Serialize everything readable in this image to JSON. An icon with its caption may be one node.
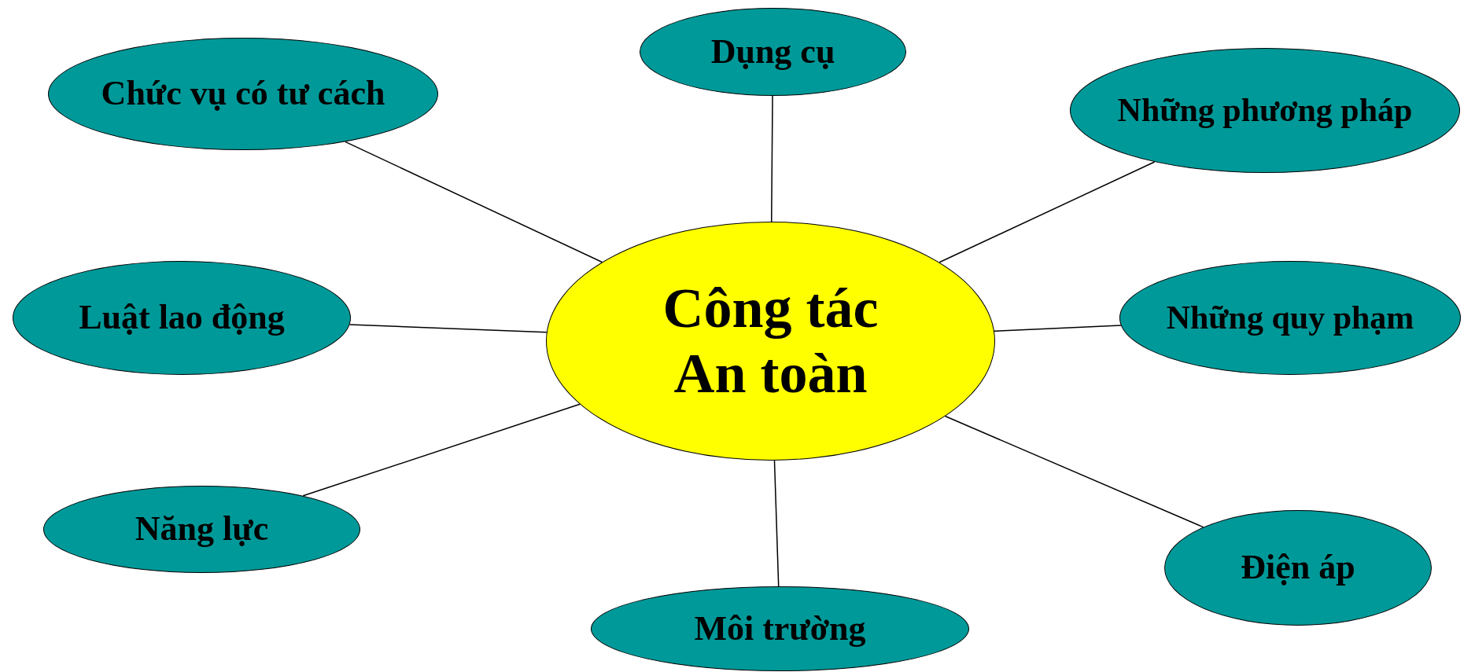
{
  "diagram": {
    "nodes": [
      {
        "text": [
          "Công tác An toàn"
        ]
      },
      {
        "text": [
          "Chức vụ có tư cách"
        ]
      },
      {
        "text": [
          "Dụng cụ"
        ]
      },
      {
        "text": [
          "Những phương pháp"
        ]
      },
      {
        "text": [
          "Luật lao động"
        ]
      },
      {
        "text": [
          "Những quy phạm"
        ]
      },
      {
        "text": [
          "Năng lực"
        ]
      },
      {
        "text": [
          "Môi trường"
        ]
      },
      {
        "text": [
          "Điện áp"
        ]
      }
    ],
    "edges": [
      {
        "from": 0,
        "to": 1,
        "arrow": "none"
      },
      {
        "from": 0,
        "to": 2,
        "arrow": "none"
      },
      {
        "from": 0,
        "to": 3,
        "arrow": "none"
      },
      {
        "from": 0,
        "to": 4,
        "arrow": "none"
      },
      {
        "from": 0,
        "to": 5,
        "arrow": "none"
      },
      {
        "from": 0,
        "to": 6,
        "arrow": "none"
      },
      {
        "from": 0,
        "to": 7,
        "arrow": "none"
      },
      {
        "from": 0,
        "to": 8,
        "arrow": "none"
      }
    ]
  }
}
